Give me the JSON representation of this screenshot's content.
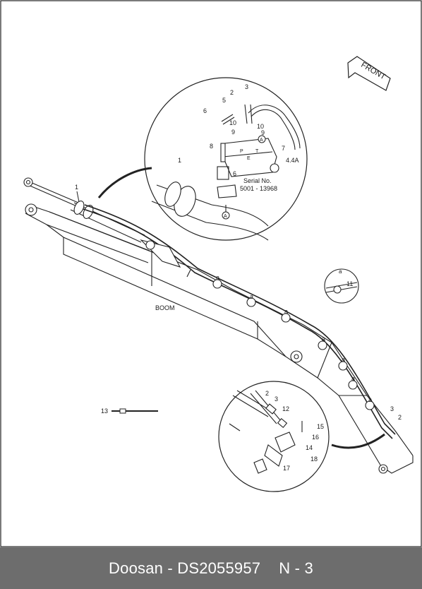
{
  "diagram": {
    "front_label": "FRONT",
    "boom_label": "BOOM",
    "serial_label": "Serial No.",
    "serial_range": "5001 - 13968",
    "callouts": {
      "c1a": "1",
      "c1b": "1",
      "c2a": "2",
      "c2b": "2",
      "c2c": "2",
      "c3a": "3",
      "c3b": "3",
      "c3c": "3",
      "c4": "4.4A",
      "c5": "5",
      "c6a": "6",
      "c6b": "6",
      "c7": "7",
      "c8": "8",
      "c9a": "9",
      "c9b": "9",
      "c10a": "10",
      "c10b": "10",
      "c11": "11",
      "c12": "12",
      "c13": "13",
      "c14": "14",
      "c15": "15",
      "c16": "16",
      "c17": "17",
      "c18": "18",
      "detail_a": "a",
      "marker_A": "A",
      "port_P": "P",
      "port_T": "T",
      "port_E": "E"
    }
  },
  "footer": {
    "brand_part": "Doosan - DS2055957",
    "page": "N - 3"
  }
}
